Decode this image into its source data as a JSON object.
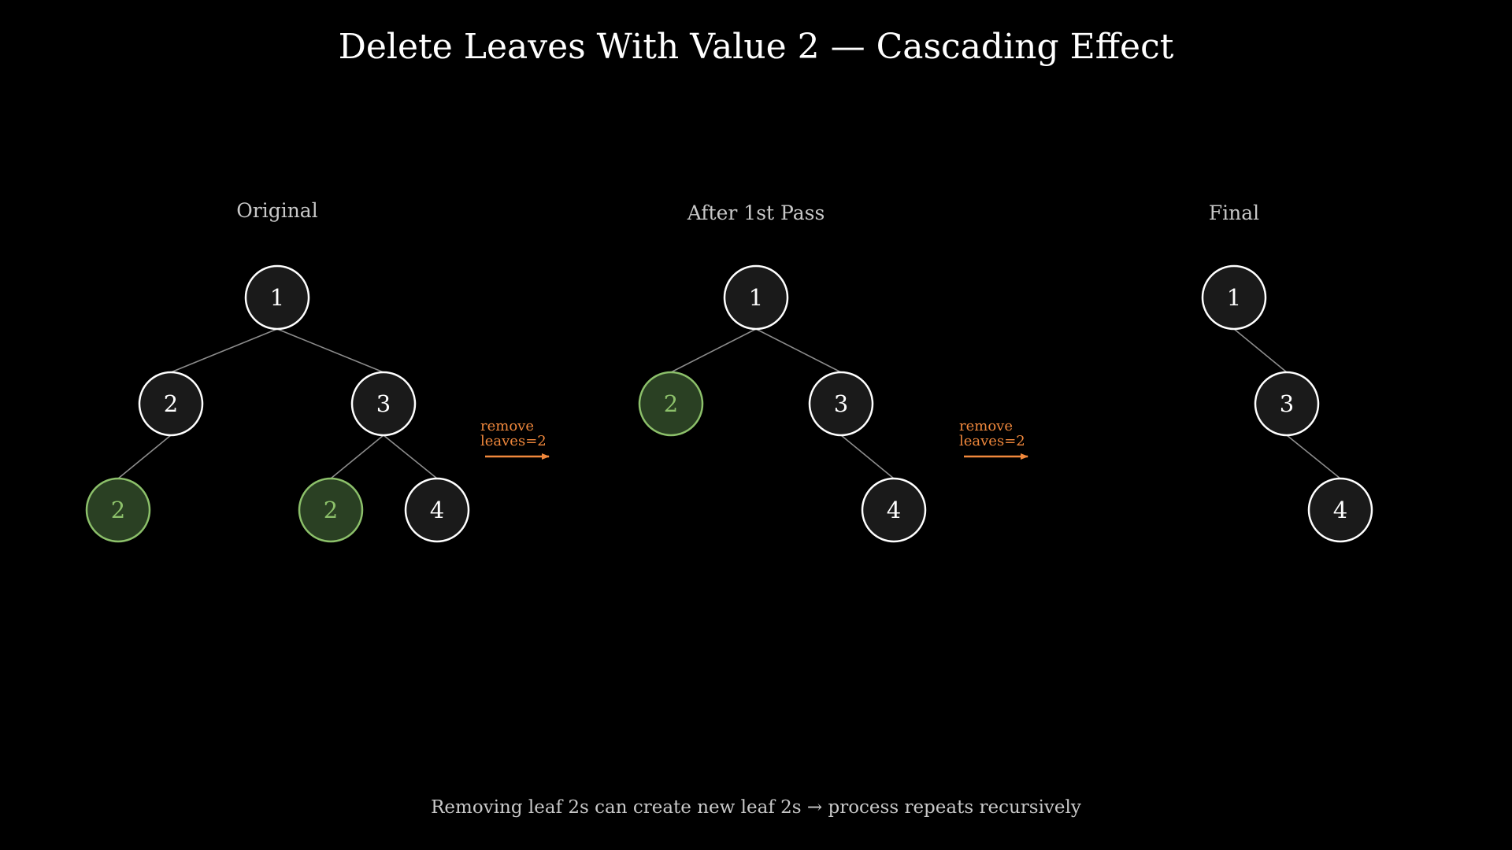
{
  "title": "Delete Leaves With Value 2 — Cascading Effect",
  "footer": "Removing leaf 2s can create new leaf 2s → process repeats recursively",
  "colors": {
    "background": "#000000",
    "node_fill": "#1a1a1a",
    "node_stroke": "#ffffff",
    "node_text": "#ffffff",
    "highlight_fill": "#2a4023",
    "highlight_stroke": "#8cc06a",
    "highlight_text": "#8cc06a",
    "edge": "#8c8c8c",
    "arrow": "#f0883c"
  },
  "panels": [
    {
      "title": "Original",
      "nodes": [
        {
          "id": "p1-root",
          "label": "1",
          "highlight": false
        },
        {
          "id": "p1-left",
          "label": "2",
          "highlight": false
        },
        {
          "id": "p1-right",
          "label": "3",
          "highlight": false
        },
        {
          "id": "p1-left-left",
          "label": "2",
          "highlight": true
        },
        {
          "id": "p1-right-left",
          "label": "2",
          "highlight": true
        },
        {
          "id": "p1-right-right",
          "label": "4",
          "highlight": false
        }
      ],
      "edges": [
        [
          "p1-root",
          "p1-left"
        ],
        [
          "p1-root",
          "p1-right"
        ],
        [
          "p1-left",
          "p1-left-left"
        ],
        [
          "p1-right",
          "p1-right-left"
        ],
        [
          "p1-right",
          "p1-right-right"
        ]
      ]
    },
    {
      "title": "After 1st Pass",
      "nodes": [
        {
          "id": "p2-root",
          "label": "1",
          "highlight": false
        },
        {
          "id": "p2-left",
          "label": "2",
          "highlight": true
        },
        {
          "id": "p2-right",
          "label": "3",
          "highlight": false
        },
        {
          "id": "p2-right-right",
          "label": "4",
          "highlight": false
        }
      ],
      "edges": [
        [
          "p2-root",
          "p2-left"
        ],
        [
          "p2-root",
          "p2-right"
        ],
        [
          "p2-right",
          "p2-right-right"
        ]
      ]
    },
    {
      "title": "Final",
      "nodes": [
        {
          "id": "p3-root",
          "label": "1",
          "highlight": false
        },
        {
          "id": "p3-right",
          "label": "3",
          "highlight": false
        },
        {
          "id": "p3-right-right",
          "label": "4",
          "highlight": false
        }
      ],
      "edges": [
        [
          "p3-root",
          "p3-right"
        ],
        [
          "p3-right",
          "p3-right-right"
        ]
      ]
    }
  ],
  "arrows": [
    {
      "label_line1": "remove",
      "label_line2": "leaves=2"
    },
    {
      "label_line1": "remove",
      "label_line2": "leaves=2"
    }
  ]
}
